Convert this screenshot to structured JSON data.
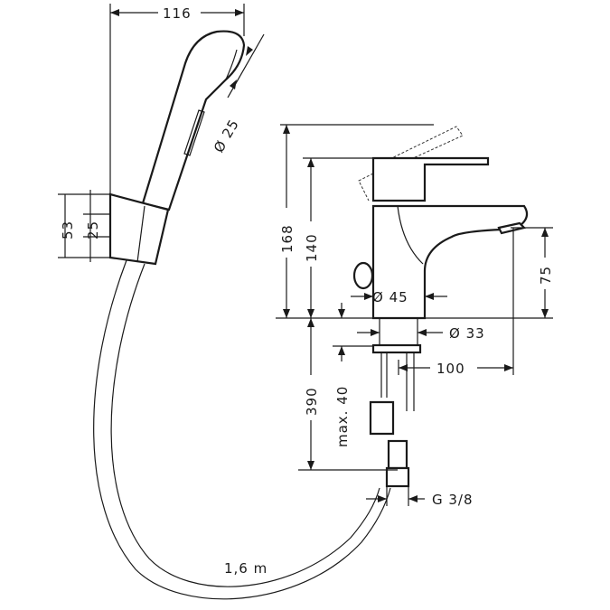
{
  "drawing": {
    "colors": {
      "line": "#1a1a1a",
      "background": "#ffffff"
    },
    "handshower": {
      "width_label": "116",
      "head_diameter_label": "Ø 25",
      "holder_height_label": "53",
      "holder_inner_label": "25"
    },
    "faucet": {
      "total_height_label": "168",
      "spout_top_height_label": "140",
      "spout_outlet_height_label": "75",
      "body_diameter_label": "Ø 45",
      "shank_diameter_label": "Ø 33",
      "projection_label": "100"
    },
    "installation": {
      "connection_length_label": "390",
      "max_thickness_label": "max. 40",
      "thread_label": "G 3/8",
      "hose_length_label": "1,6 m"
    }
  }
}
